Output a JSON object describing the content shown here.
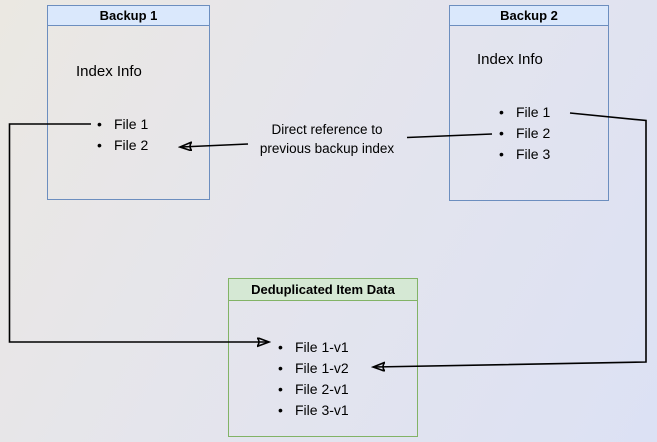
{
  "diagram": {
    "backup1": {
      "title": "Backup 1",
      "subtitle": "Index Info",
      "items": [
        "File 1",
        "File 2"
      ]
    },
    "backup2": {
      "title": "Backup 2",
      "subtitle": "Index Info",
      "items": [
        "File 1",
        "File 2",
        "File 3"
      ]
    },
    "dedup": {
      "title": "Deduplicated Item Data",
      "items": [
        "File 1-v1",
        "File 1-v2",
        "File 2-v1",
        "File 3-v1"
      ]
    },
    "annotation": {
      "line1": "Direct reference to",
      "line2": "previous backup index"
    },
    "colors": {
      "blue_border": "#6c8ebf",
      "blue_header_fill": "#dae8fc",
      "green_border": "#82b366",
      "green_header_fill": "#d5e8d4",
      "connector": "#000000",
      "background_left": "#ebe8e2",
      "background_right": "#dce1f4"
    }
  }
}
